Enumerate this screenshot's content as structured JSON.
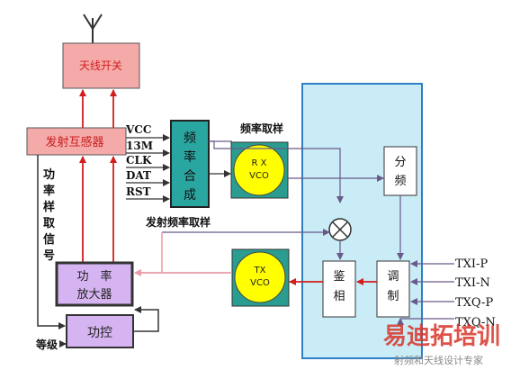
{
  "blocks": {
    "antenna_switch": "天线开关",
    "coupler": "发射互感器",
    "freq_synth": [
      "频",
      "率",
      "合",
      "成"
    ],
    "rx_vco": [
      "R X",
      "VCO"
    ],
    "tx_vco": [
      "TX",
      "VCO"
    ],
    "power_amp": [
      "功　率",
      "放大器"
    ],
    "power_ctrl": "功控",
    "divider": [
      "分",
      "频"
    ],
    "phase_det": [
      "鉴",
      "相"
    ],
    "modulator": [
      "调",
      "制"
    ]
  },
  "control_signals": [
    "VCC",
    "13M",
    "CLK",
    "DAT",
    "RST"
  ],
  "labels": {
    "freq_sample": "频率取样",
    "tx_freq_sample": "发射频率取样",
    "power_sample_signal": [
      "功",
      "率",
      "样",
      "取",
      "信",
      "号"
    ],
    "level": "等级"
  },
  "tx_inputs": [
    "TXI-P",
    "TXI-N",
    "TXQ-P",
    "TXQ-N"
  ],
  "watermark": {
    "main": "易迪拓培训",
    "sub": "射频和天线设计专家"
  },
  "colors": {
    "pink_block": "#f5aaaa",
    "teal_block": "#2aa6a0",
    "lavender_block": "#d6b4f2",
    "vco_circle": "#ffff00",
    "vco_square": "#2a9d90",
    "baseband_area": "#c9ecf7",
    "baseband_border": "#2f7fc4",
    "signal_red": "#d21e1e",
    "watermark_red": "#d9352a",
    "watermark_gray": "#8a8a8a"
  }
}
